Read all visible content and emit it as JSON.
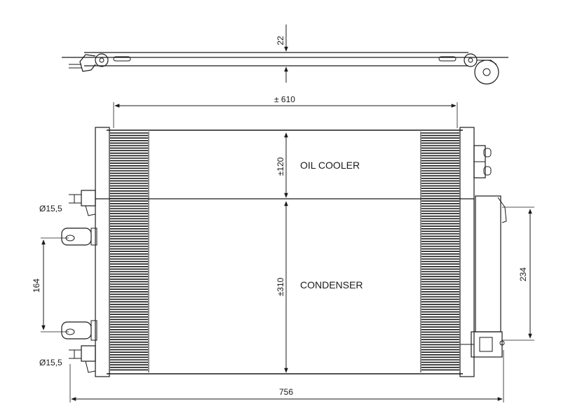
{
  "dimensions": {
    "thickness": "22",
    "core_width": "± 610",
    "oil_cooler_height": "±120",
    "condenser_height": "±310",
    "overall_width": "756",
    "bracket_spacing": "164",
    "receiver_height": "234",
    "port_top": "Ø15,5",
    "port_bottom": "Ø15,5"
  },
  "sections": {
    "oil_cooler": "OIL COOLER",
    "condenser": "CONDENSER"
  },
  "colors": {
    "line": "#1a1a1a",
    "background": "#ffffff"
  }
}
